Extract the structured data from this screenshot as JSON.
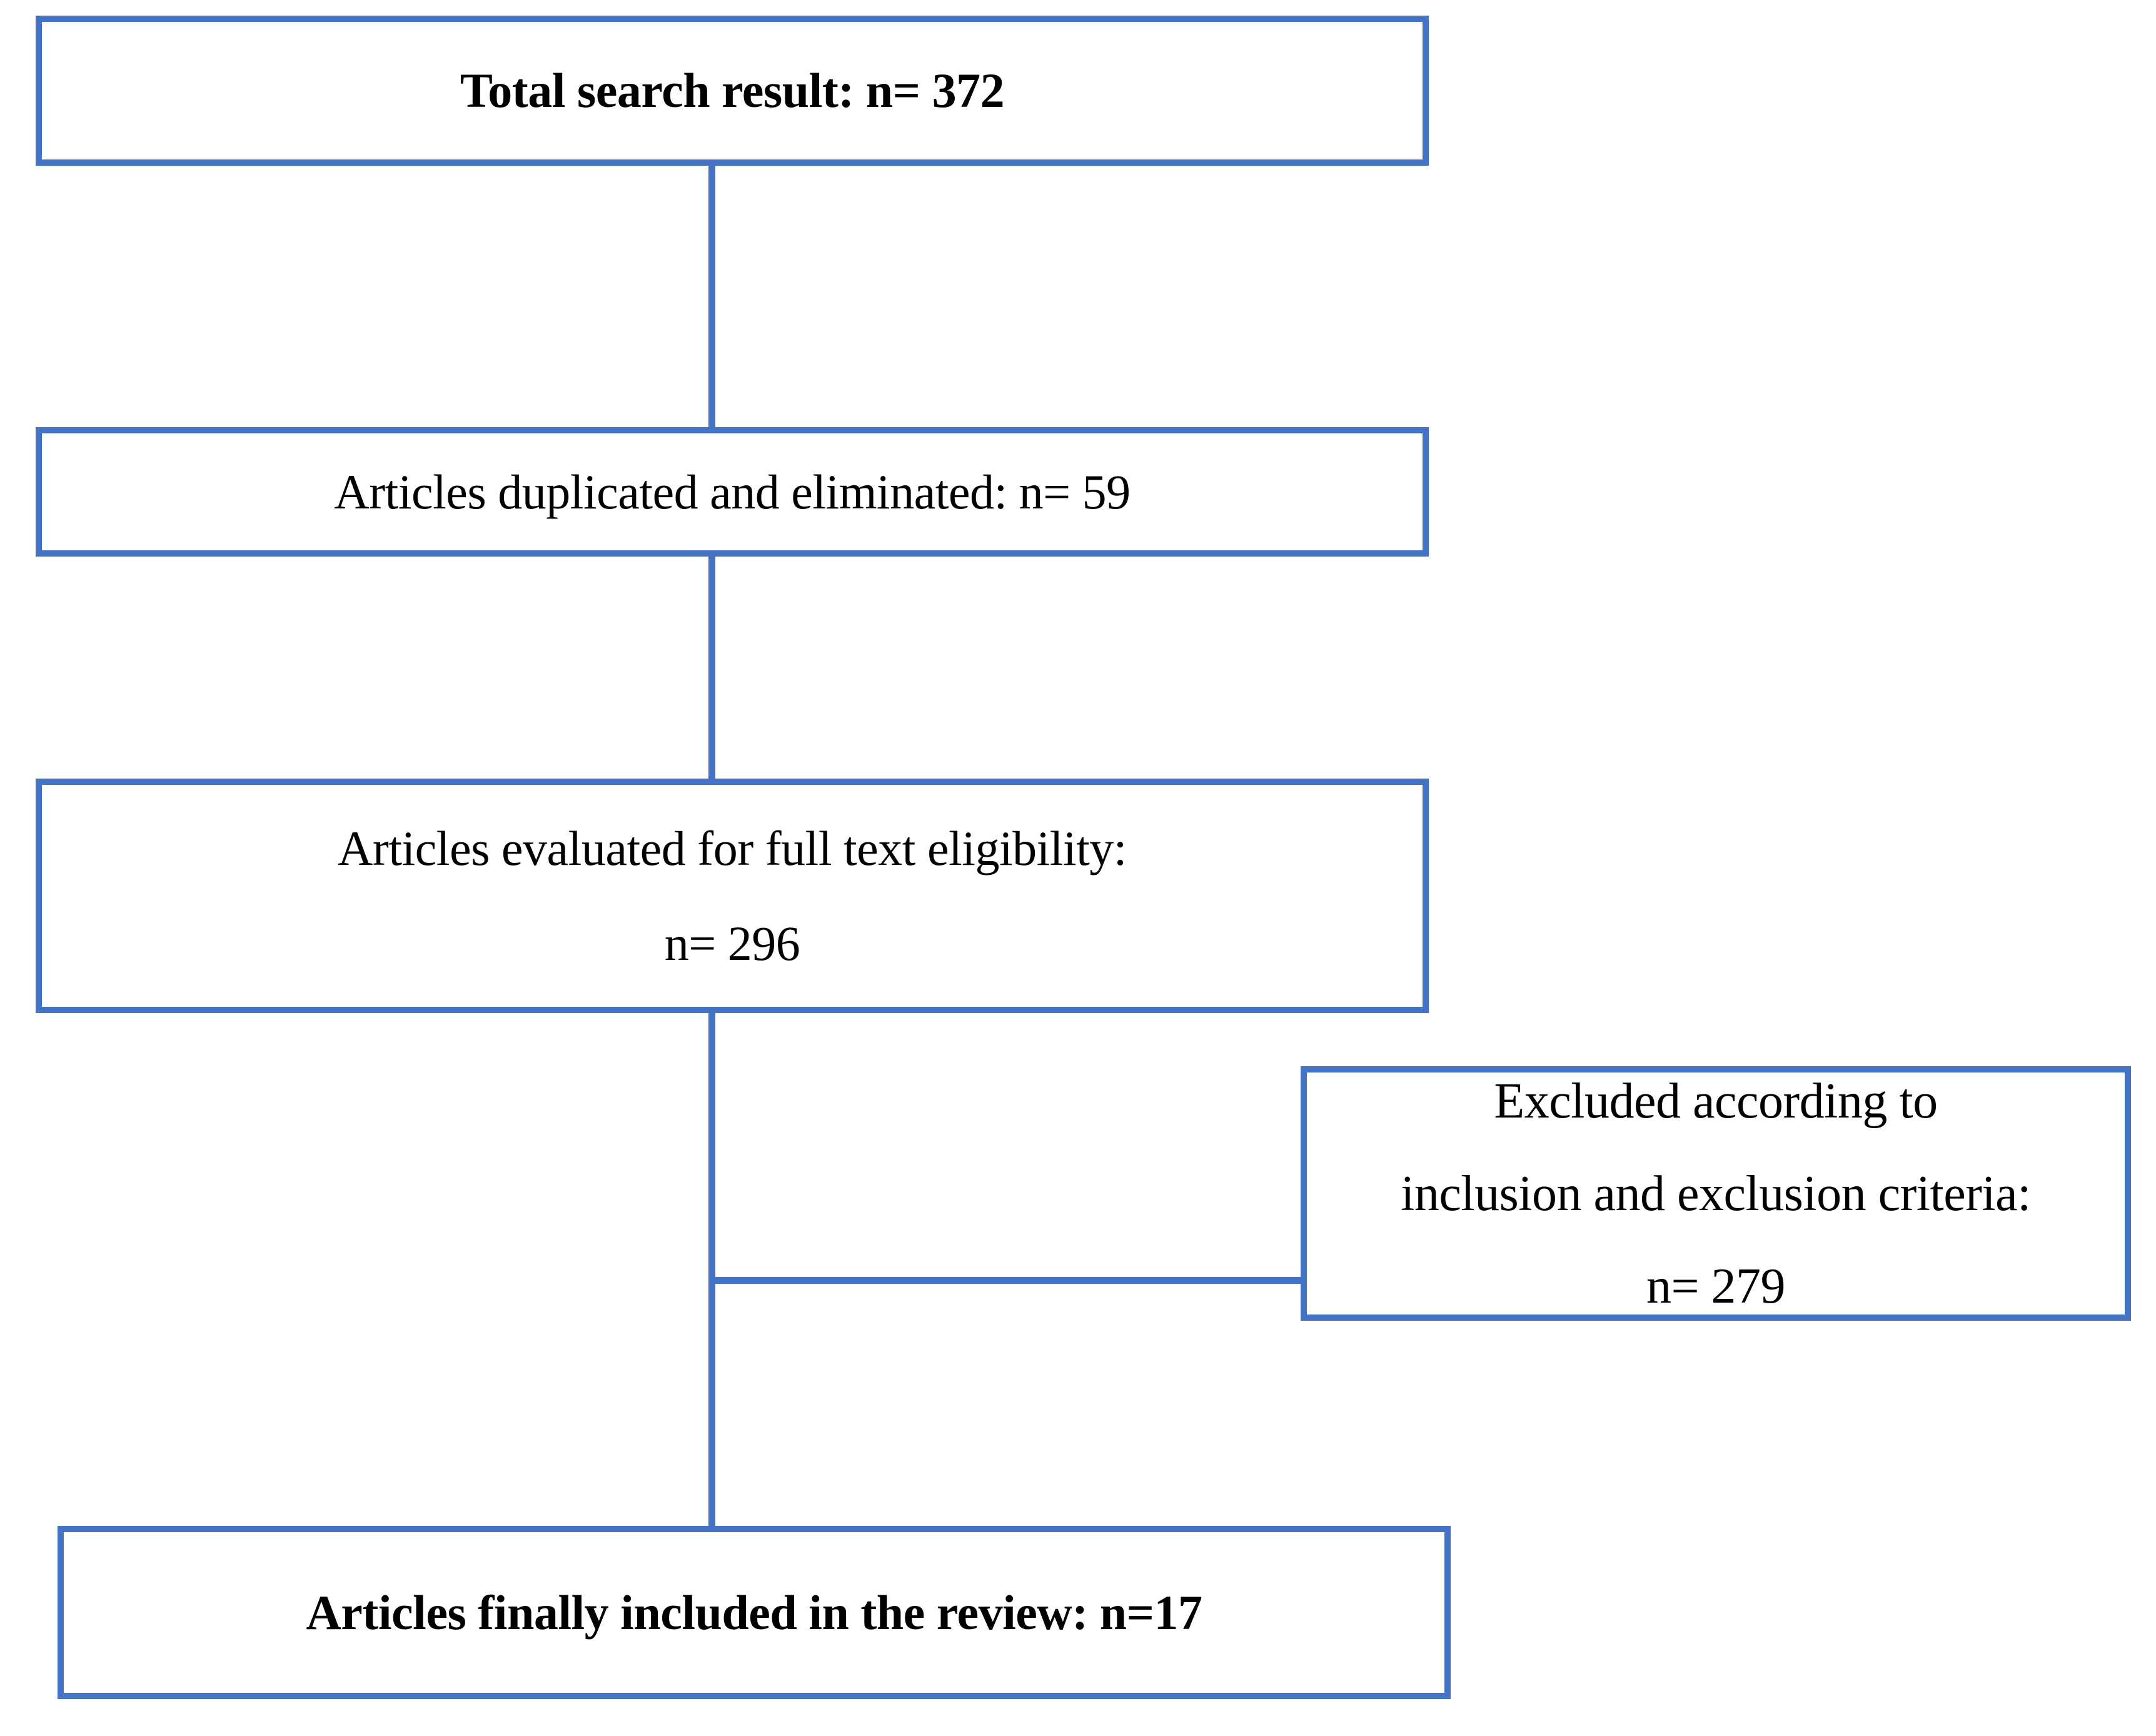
{
  "diagram": {
    "type": "prisma-flowchart",
    "accent_color": "#4472C4",
    "text_color": "#000000",
    "background_color": "#FFFFFF",
    "nodes": {
      "total_search": {
        "label": "Total search result: n= 372",
        "count": 372,
        "bold": true
      },
      "duplicates_removed": {
        "label": "Articles duplicated and eliminated: n= 59",
        "count": 59,
        "bold": false
      },
      "full_text_eligibility": {
        "line1": "Articles evaluated for full text eligibility:",
        "line2": "n= 296",
        "count": 296,
        "bold": false
      },
      "excluded_criteria": {
        "line1": "Excluded according to",
        "line2": "inclusion and exclusion criteria:",
        "line3": "n= 279",
        "count": 279,
        "bold": false
      },
      "final_included": {
        "label": "Articles finally included in the review: n=17",
        "count": 17,
        "bold": true
      }
    },
    "edges": [
      {
        "from": "total_search",
        "to": "duplicates_removed",
        "orientation": "vertical"
      },
      {
        "from": "duplicates_removed",
        "to": "full_text_eligibility",
        "orientation": "vertical"
      },
      {
        "from": "full_text_eligibility",
        "to": "excluded_criteria",
        "orientation": "horizontal"
      },
      {
        "from": "full_text_eligibility",
        "to": "final_included",
        "orientation": "vertical"
      }
    ]
  }
}
